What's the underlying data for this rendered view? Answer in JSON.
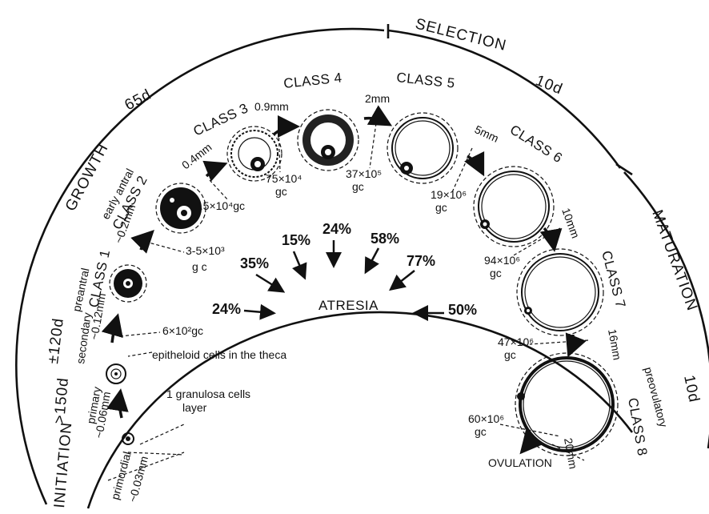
{
  "phases": {
    "initiation": "INITIATION",
    "initiation_duration_a": ">150d",
    "initiation_duration_b": "±120d",
    "growth": "GROWTH",
    "growth_duration": "65d",
    "selection": "SELECTION",
    "selection_duration": "10d",
    "maturation": "MATURATION",
    "maturation_duration": "10d"
  },
  "stages": {
    "primordial": "primordial",
    "primordial_size": "~0.03mm",
    "primary": "primary",
    "primary_size": "~0.06mm",
    "secondary": "secondary",
    "secondary_size": "~0.12mm",
    "preantral": "preantral",
    "class1": "CLASS 1",
    "early_antral": "early antral",
    "class2": "CLASS 2",
    "class2_size": "~0.2mm",
    "class3": "CLASS 3",
    "class3_size": "0.4mm",
    "class4": "CLASS 4",
    "class4_size": "0.9mm",
    "class5": "CLASS 5",
    "class5_size": "2mm",
    "class6": "CLASS 6",
    "class6_size": "5mm",
    "class7": "CLASS 7",
    "class7_size": "10mm",
    "preovulatory": "preovulatory",
    "class8": "CLASS 8",
    "class8_size": "16mm",
    "class8_size_b": "20mm",
    "ovulation": "OVULATION"
  },
  "cell_counts": {
    "secondary": "6×10²gc",
    "class1": "3-5×10³",
    "class1_unit": "g c",
    "class3": "1.5×10⁴gc",
    "class4": "75×10⁴",
    "class4_unit": "gc",
    "class5": "37×10⁵",
    "class5_unit": "gc",
    "class6": "19×10⁶",
    "class6_unit": "gc",
    "class7": "94×10⁶",
    "class7_unit": "gc",
    "class7b": "47×10⁶",
    "class7b_unit": "gc",
    "class8": "60×10⁶",
    "class8_unit": "gc"
  },
  "notes": {
    "theca": "epitheloid cells in the theca",
    "granulosa_line1": "1 granulosa cells",
    "granulosa_line2": "layer"
  },
  "atresia": {
    "label": "ATRESIA",
    "rates": [
      "24%",
      "35%",
      "15%",
      "24%",
      "58%",
      "77%",
      "50%"
    ]
  }
}
